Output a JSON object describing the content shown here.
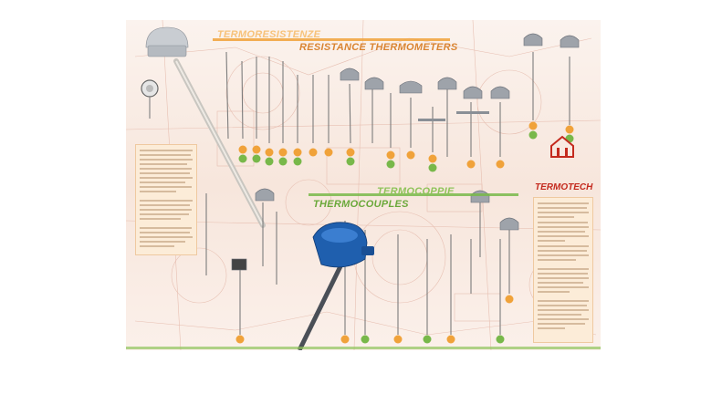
{
  "brochure": {
    "section_rtd": {
      "title_it": "TERMORESISTENZE",
      "title_en": "RESISTANCE THERMOMETERS"
    },
    "section_tc": {
      "title_it": "TERMOCOPPIE",
      "title_en": "THERMOCOUPLES"
    },
    "logo": {
      "text": "TERMOTECH"
    },
    "colors": {
      "orange": "#f0a23a",
      "green": "#78b84a",
      "logo_red": "#c42a1e",
      "blue_head": "#1f5fae"
    }
  }
}
